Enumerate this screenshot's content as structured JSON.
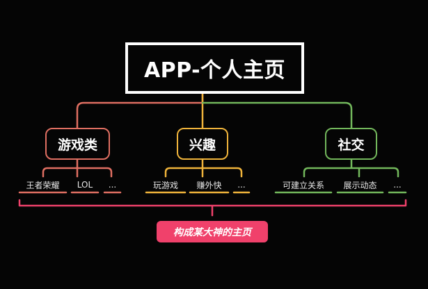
{
  "root": {
    "label": "APP-个人主页"
  },
  "categories": [
    {
      "label": "游戏类",
      "color": "#e06f62",
      "items": [
        "王者荣耀",
        "LOL",
        "..."
      ]
    },
    {
      "label": "兴趣",
      "color": "#f0b43b",
      "items": [
        "玩游戏",
        "赚外快",
        "..."
      ]
    },
    {
      "label": "社交",
      "color": "#73b85c",
      "items": [
        "可建立关系",
        "展示动态",
        "..."
      ]
    }
  ],
  "summary": {
    "label": "构成某大神的主页",
    "color": "#f0416b"
  }
}
